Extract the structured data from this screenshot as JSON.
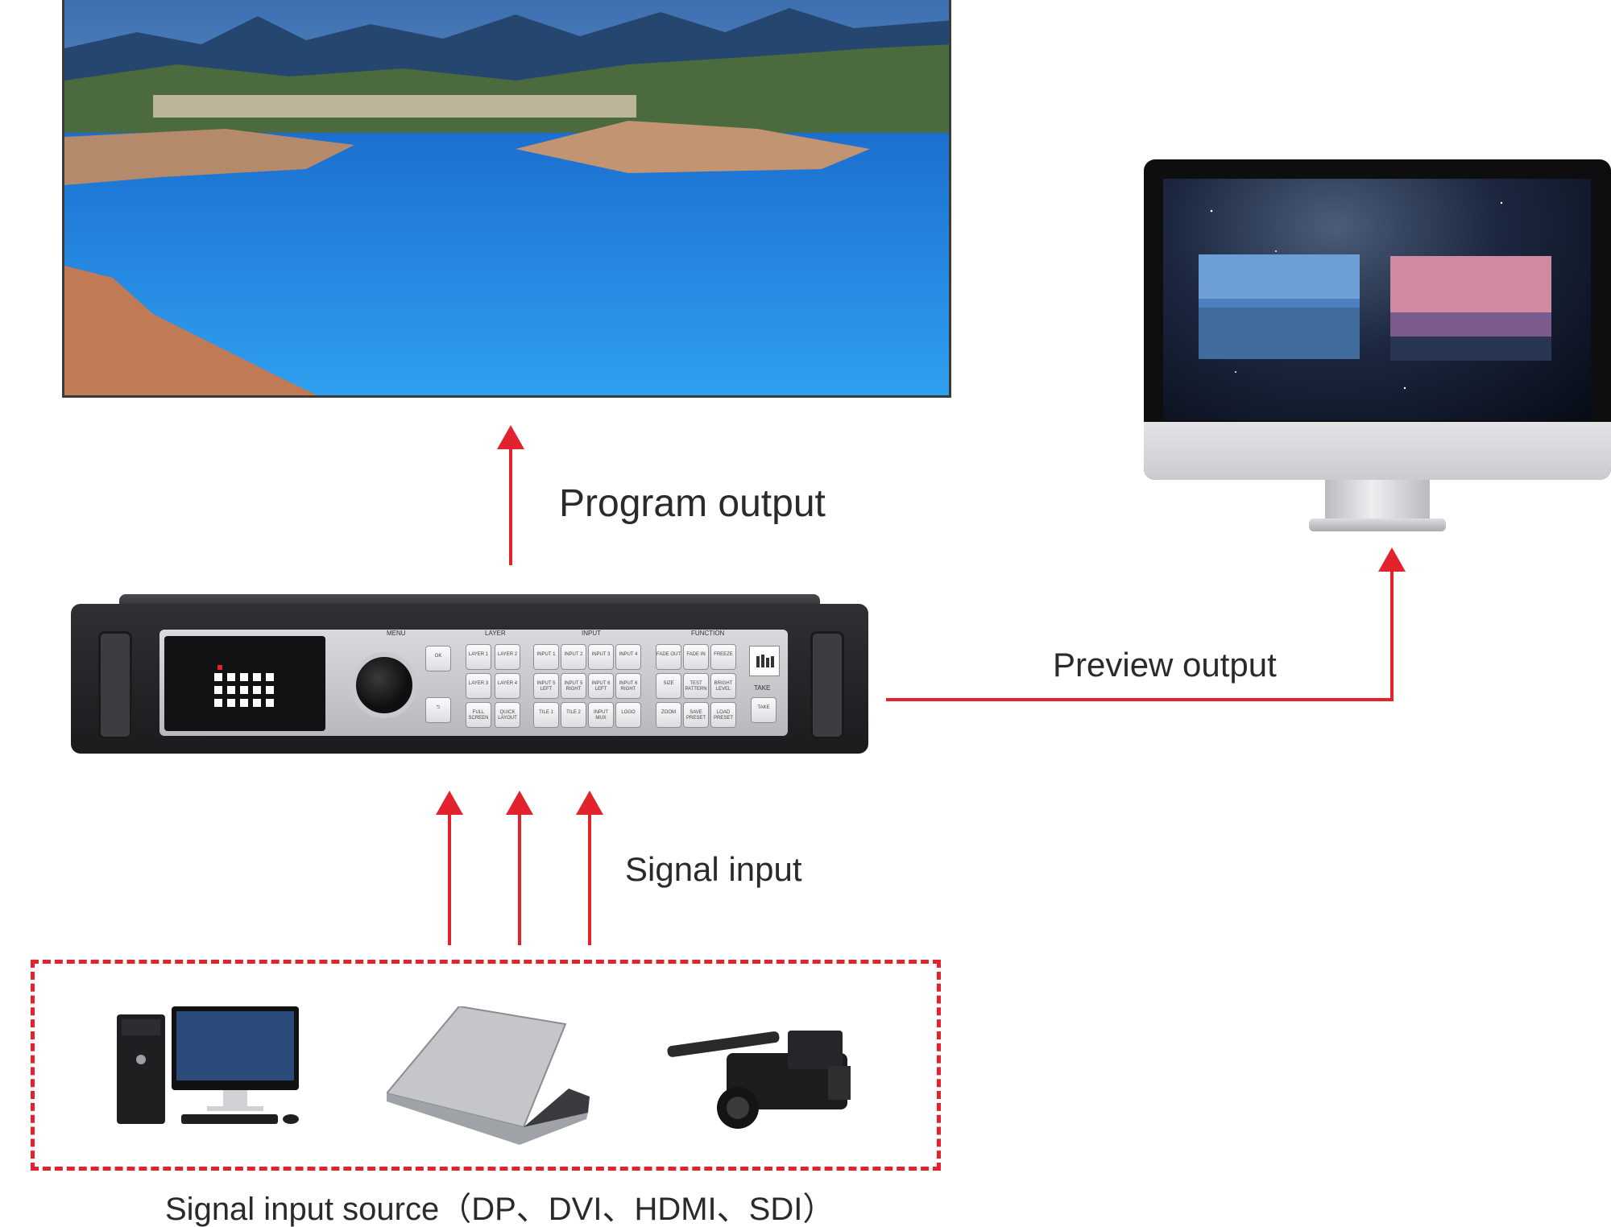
{
  "labels": {
    "program_output": "Program output",
    "preview_output": "Preview output",
    "signal_input": "Signal input",
    "signal_input_source": "Signal input source（DP、DVI、HDMI、SDI）"
  },
  "device": {
    "groups": [
      "MENU",
      "LAYER",
      "INPUT",
      "FUNCTION"
    ],
    "menu_buttons": [
      "OK",
      "⮌"
    ],
    "layer_buttons": [
      "LAYER 1",
      "LAYER 2",
      "LAYER 3",
      "LAYER 4",
      "FULL SCREEN",
      "QUICK LAYOUT"
    ],
    "input_buttons": [
      "INPUT 1",
      "INPUT 2",
      "INPUT 3",
      "INPUT 4",
      "INPUT 5 LEFT",
      "INPUT 5 RIGHT",
      "INPUT 6 LEFT",
      "INPUT 6 RIGHT",
      "TILE 1",
      "TILE 2",
      "INPUT MUX",
      "LOGO"
    ],
    "function_buttons": [
      "FADE OUT",
      "FADE IN",
      "FREEZE",
      "SIZE",
      "TEST PATTERN",
      "BRIGHT LEVEL",
      "ZOOM",
      "SAVE PRESET",
      "LOAD PRESET"
    ],
    "take_label": "TAKE",
    "take_button": "TAKE"
  },
  "colors": {
    "accent_red": "#e2232d",
    "text": "#2a2a2a"
  },
  "icons": [
    "desktop-computer-icon",
    "laptop-icon",
    "video-camera-icon"
  ]
}
